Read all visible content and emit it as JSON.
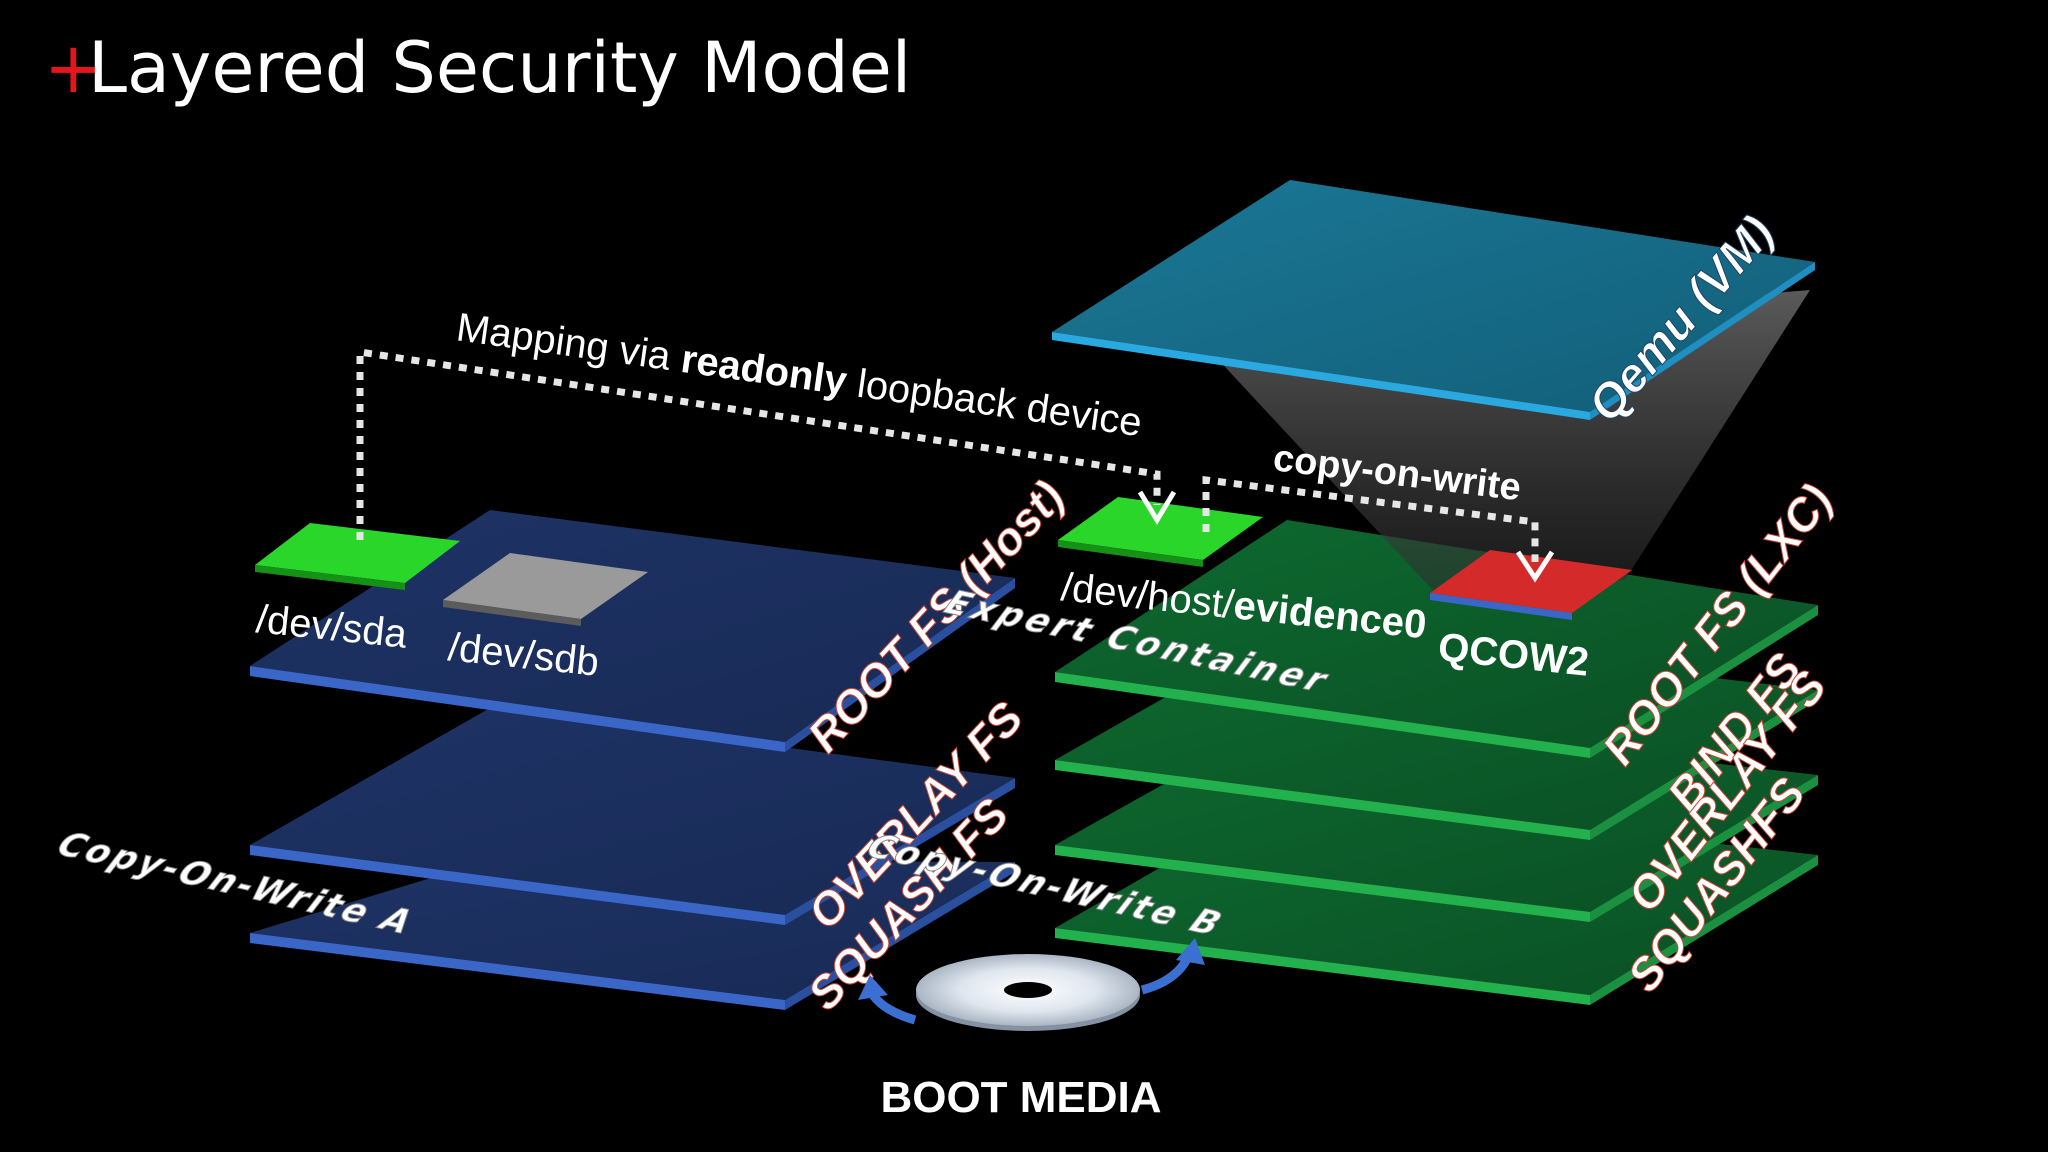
{
  "title": {
    "plus": "+",
    "text": "Layered Security Model"
  },
  "mapping": {
    "prefix": "Mapping via ",
    "bold": "readonly",
    "suffix": " loopback device"
  },
  "copy_on_write_label": "copy-on-write",
  "left_stack": {
    "devices": {
      "sda": "/dev/sda",
      "sdb": "/dev/sdb"
    },
    "layers": [
      "ROOT FS (Host)",
      "OVERLAY FS",
      "SQUASH FS"
    ],
    "cow": "Copy-On-Write A"
  },
  "right_stack": {
    "vm_label": "Qemu (VM)",
    "evidence": {
      "prefix": "/dev/host/",
      "bold": "evidence0"
    },
    "qcow": "QCOW2",
    "container": "Expert Container",
    "layers": [
      "ROOT FS (LXC)",
      "BIND FS",
      "OVERLAY FS",
      "SQUASHFS"
    ],
    "cow": "Copy-On-Write B"
  },
  "boot_media": "BOOT MEDIA",
  "colors": {
    "title_accent": "#e8141c",
    "host_layer": "#1b2f60",
    "host_edge": "#3a66c8",
    "lxc_layer": "#0c5a2a",
    "lxc_edge": "#22b14c",
    "vm_layer": "#16728f",
    "vm_edge": "#2aa8e0",
    "device_green": "#2bd62b",
    "device_gray": "#9a9a9a",
    "qcow_red": "#d42a2a",
    "arrow_blue": "#3b6fd1"
  }
}
